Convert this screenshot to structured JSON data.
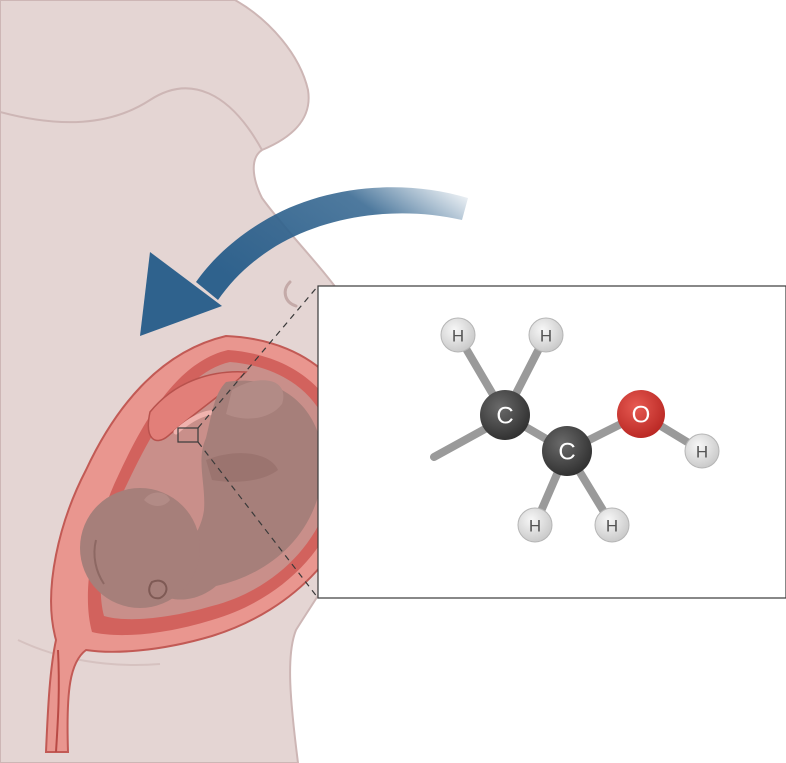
{
  "figure": {
    "colors": {
      "body_skin": "#e4d5d3",
      "body_outline": "#c9b2b1",
      "uterus_wall": "#e9968f",
      "uterus_inner": "#d2625d",
      "amniotic_fluid": "#c98f8a",
      "fetus": "#a67f7a",
      "fetus_shadow": "#8d6863",
      "arrow": "#2f628d",
      "callout_border": "#3a3a3a",
      "carbon": "#3b3b3b",
      "oxygen": "#c8302c",
      "hydrogen": "#dcdcdc",
      "bond": "#9a9a9a"
    },
    "molecule": {
      "atoms": [
        {
          "id": "h1",
          "element": "H",
          "label": "H",
          "color": "hydrogen"
        },
        {
          "id": "h2",
          "element": "H",
          "label": "H",
          "color": "hydrogen"
        },
        {
          "id": "c1",
          "element": "C",
          "label": "C",
          "color": "carbon"
        },
        {
          "id": "c2",
          "element": "C",
          "label": "C",
          "color": "carbon"
        },
        {
          "id": "o1",
          "element": "O",
          "label": "O",
          "color": "oxygen"
        },
        {
          "id": "h3",
          "element": "H",
          "label": "H",
          "color": "hydrogen"
        },
        {
          "id": "h4",
          "element": "H",
          "label": "H",
          "color": "hydrogen"
        },
        {
          "id": "h5",
          "element": "H",
          "label": "H",
          "color": "hydrogen"
        }
      ],
      "bonds": [
        [
          "c1",
          "h1"
        ],
        [
          "c1",
          "h2"
        ],
        [
          "c1",
          "c2"
        ],
        [
          "c2",
          "o1"
        ],
        [
          "o1",
          "h3"
        ],
        [
          "c2",
          "h4"
        ],
        [
          "c2",
          "h5"
        ]
      ]
    }
  }
}
